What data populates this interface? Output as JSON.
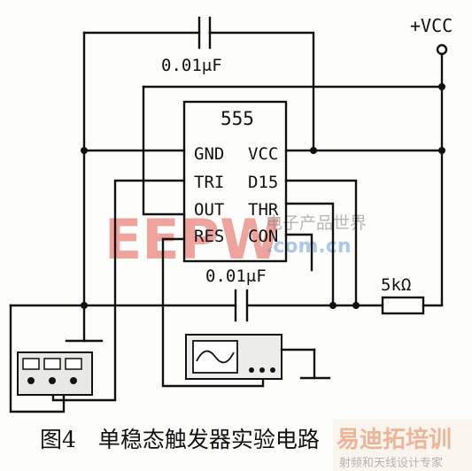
{
  "title": "图4　单稳态触发器实验电路",
  "ic": {
    "name": "555",
    "pins_left": [
      "GND",
      "TRI",
      "OUT",
      "RES"
    ],
    "pins_right": [
      "VCC",
      "D15",
      "THR",
      "CON"
    ]
  },
  "labels": {
    "vcc": "+VCC",
    "cap_top": "0.01μF",
    "cap_mid": "0.01μF",
    "resistor": "5kΩ"
  },
  "watermark": {
    "brand": "EEPW",
    "cn": "电子产品世界",
    "com": ".com.cn",
    "corner_cn": "射频和天线设计专家"
  }
}
